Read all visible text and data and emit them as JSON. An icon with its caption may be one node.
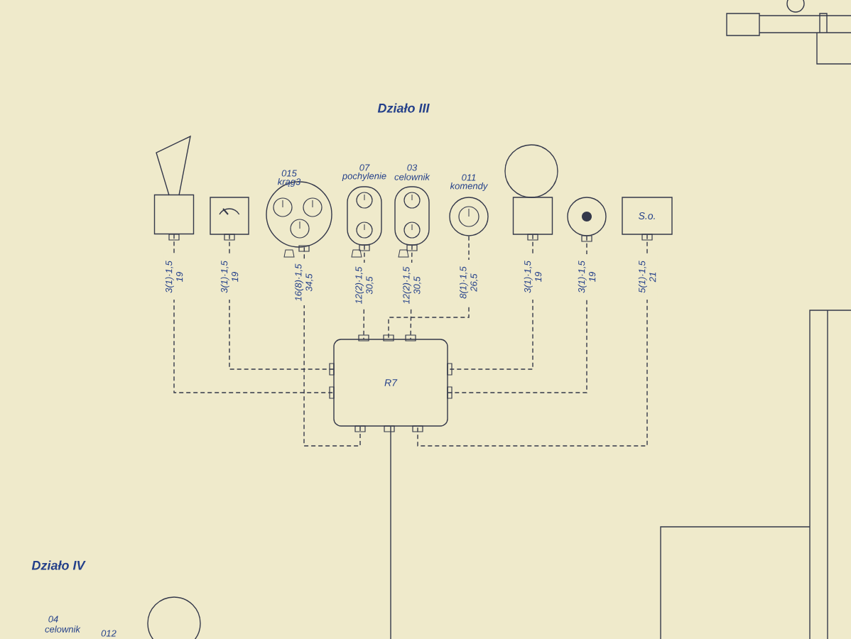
{
  "diagram": {
    "title": "Działo III",
    "nodes": [
      {
        "text": [],
        "shape": "box"
      },
      {
        "text": [],
        "shape": "box"
      },
      {
        "text": [
          "015",
          "krąg3"
        ]
      },
      {
        "text": [
          "07",
          "pochylenie"
        ]
      },
      {
        "text": [
          "03",
          "celownik"
        ]
      },
      {
        "text": [
          "011",
          "komendy"
        ]
      },
      {
        "text": [],
        "shape": "box"
      },
      {
        "text": [],
        "shape": "circle"
      },
      {
        "text": [
          "S.o."
        ]
      },
      {
        "text": [
          "R7"
        ]
      },
      {
        "text": [],
        "shape": "circle"
      }
    ],
    "edges": [
      {
        "from": 0,
        "to": 9,
        "arrow": "none",
        "style": "dashed",
        "label": "3(1)·1,5 19"
      },
      {
        "from": 1,
        "to": 9,
        "arrow": "none",
        "style": "dashed",
        "label": "3(1)·1,5 19"
      },
      {
        "from": 2,
        "to": 9,
        "arrow": "none",
        "style": "dashed",
        "label": "16(8)·1,5 34,5"
      },
      {
        "from": 3,
        "to": 9,
        "arrow": "none",
        "style": "dashed",
        "label": "12(2)·1,5 30,5"
      },
      {
        "from": 4,
        "to": 9,
        "arrow": "none",
        "style": "dashed",
        "label": "12(2)·1,5 30,5"
      },
      {
        "from": 5,
        "to": 9,
        "arrow": "none",
        "style": "dashed",
        "label": "8(1)·1,5 26,5"
      },
      {
        "from": 6,
        "to": 9,
        "arrow": "none",
        "style": "dashed",
        "label": "3(1)·1,5 19"
      },
      {
        "from": 7,
        "to": 9,
        "arrow": "none",
        "style": "dashed",
        "label": "3(1)·1,5 19"
      },
      {
        "from": 8,
        "to": 9,
        "arrow": "none",
        "style": "dashed",
        "label": "5(1)·1,5 21"
      },
      {
        "from": 9,
        "to": null,
        "arrow": "none"
      }
    ],
    "labels": [
      "Działo IV",
      "04",
      "celownik",
      "012"
    ]
  }
}
